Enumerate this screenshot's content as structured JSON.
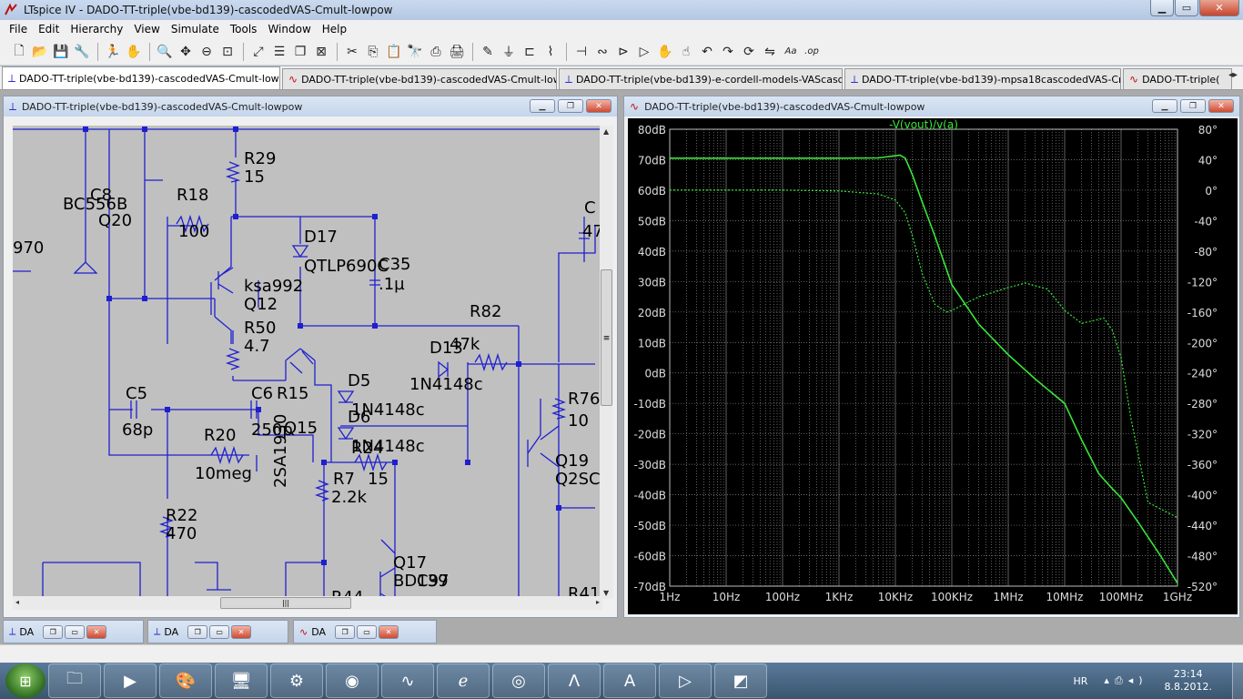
{
  "app": {
    "title": "LTspice IV - DADO-TT-triple(vbe-bd139)-cascodedVAS-Cmult-lowpow"
  },
  "menu": [
    "File",
    "Edit",
    "Hierarchy",
    "View",
    "Simulate",
    "Tools",
    "Window",
    "Help"
  ],
  "toolbar": [
    "new-icon",
    "open-icon",
    "save-icon",
    "control-panel-icon",
    "run-icon",
    "halt-icon",
    "zoom-in-icon",
    "pan-icon",
    "zoom-out-icon",
    "zoom-fit-icon",
    "autorange-icon",
    "tile-icon",
    "cascade-icon",
    "close-all-icon",
    "cut-icon",
    "copy-icon",
    "paste-icon",
    "find-icon",
    "print-setup-icon",
    "print-icon",
    "wire-icon",
    "ground-icon",
    "label-icon",
    "resistor-icon",
    "capacitor-icon",
    "inductor-icon",
    "diode-icon",
    "component-icon",
    "move-icon",
    "drag-icon",
    "undo-icon",
    "redo-icon",
    "rotate-icon",
    "mirror-icon",
    "text-icon",
    "spice-directive-icon"
  ],
  "tabs": [
    {
      "label": "DADO-TT-triple(vbe-bd139)-cascodedVAS-Cmult-lowpow",
      "kind": "schematic",
      "active": true
    },
    {
      "label": "DADO-TT-triple(vbe-bd139)-cascodedVAS-Cmult-lowpow",
      "kind": "waveform",
      "active": false
    },
    {
      "label": "DADO-TT-triple(vbe-bd139)-e-cordell-models-VAScascoded",
      "kind": "schematic",
      "active": false
    },
    {
      "label": "DADO-TT-triple(vbe-bd139)-mpsa18cascodedVAS-Cmult",
      "kind": "schematic",
      "active": false
    },
    {
      "label": "DADO-TT-triple(",
      "kind": "waveform",
      "active": false
    }
  ],
  "schematic_window": {
    "title": "DADO-TT-triple(vbe-bd139)-cascodedVAS-Cmult-lowpow"
  },
  "plot_window": {
    "title": "DADO-TT-triple(vbe-bd139)-cascodedVAS-Cmult-lowpow"
  },
  "schematic_labels": [
    "BC556B",
    "C8",
    "Q20",
    "R18",
    "100",
    "R29",
    "15",
    "D17",
    "QTLP690C",
    "C35",
    ".1µ",
    "970",
    "ksa992",
    "Q12",
    "R50",
    "4.7",
    "R82",
    "47k",
    "D13",
    "1N4148c",
    "D5",
    "1N4148c",
    "D6",
    "1N4148c",
    "C5",
    "68p",
    "C6",
    "250p",
    "R15",
    "Q15",
    "R20",
    "10meg",
    "R24",
    "R7",
    "15",
    "2.2k",
    "2SA1930",
    "R22",
    "470",
    "Q17",
    "BD139",
    "C97",
    "R44",
    "R76",
    "10",
    "Q19",
    "Q2SC",
    "R41",
    "C",
    "47"
  ],
  "chart_data": {
    "type": "line",
    "title": "-V(vout)/v(a)",
    "x_ticks": [
      "1Hz",
      "10Hz",
      "100Hz",
      "1KHz",
      "10KHz",
      "100KHz",
      "1MHz",
      "10MHz",
      "100MHz",
      "1GHz"
    ],
    "y_left_ticks": [
      "80dB",
      "70dB",
      "60dB",
      "50dB",
      "40dB",
      "30dB",
      "20dB",
      "10dB",
      "0dB",
      "-10dB",
      "-20dB",
      "-30dB",
      "-40dB",
      "-50dB",
      "-60dB",
      "-70dB"
    ],
    "y_right_ticks": [
      "80°",
      "40°",
      "0°",
      "-40°",
      "-80°",
      "-120°",
      "-160°",
      "-200°",
      "-240°",
      "-280°",
      "-320°",
      "-360°",
      "-400°",
      "-440°",
      "-480°",
      "-520°"
    ],
    "x_scale": "log",
    "ylim_left": [
      -70,
      80
    ],
    "ylim_right": [
      -520,
      80
    ],
    "grid": true,
    "series": [
      {
        "name": "-V(vout)/v(a)",
        "axis": "magnitude dB",
        "style": "solid",
        "color": "#39e639",
        "x": [
          1,
          10,
          100,
          1000,
          5000,
          12000,
          15000,
          20000,
          30000,
          50000,
          100000,
          300000,
          1000000,
          3000000,
          10000000,
          20000000,
          40000000,
          70000000,
          100000000,
          200000000,
          500000000,
          1000000000
        ],
        "y": [
          70.5,
          70.5,
          70.5,
          70.5,
          70.6,
          71.5,
          70.5,
          65,
          56,
          45,
          29,
          16,
          6,
          -2,
          -10,
          -22,
          -33,
          -38,
          -41,
          -49,
          -60,
          -69
        ]
      },
      {
        "name": "-V(vout)/v(a)",
        "axis": "phase deg",
        "style": "dashed",
        "color": "#39e639",
        "x": [
          1,
          10,
          100,
          1000,
          5000,
          10000,
          15000,
          20000,
          30000,
          50000,
          80000,
          100000,
          300000,
          1000000,
          2000000,
          5000000,
          10000000,
          20000000,
          50000000,
          70000000,
          100000000,
          150000000,
          300000000,
          1000000000
        ],
        "y": [
          0,
          0,
          0,
          -1,
          -5,
          -13,
          -30,
          -60,
          -110,
          -150,
          -160,
          -158,
          -140,
          -128,
          -122,
          -130,
          -158,
          -175,
          -168,
          -184,
          -220,
          -300,
          -410,
          -430
        ]
      }
    ]
  },
  "minimized": [
    {
      "label": "DA",
      "kind": "schematic"
    },
    {
      "label": "DA",
      "kind": "schematic"
    },
    {
      "label": "DA",
      "kind": "waveform"
    }
  ],
  "taskbar": {
    "items": [
      "explorer-icon",
      "media-player-icon",
      "paint-icon",
      "remote-desktop-icon",
      "mouse-tool-icon",
      "security-icon",
      "oscilloscope-icon",
      "internet-explorer-icon",
      "chrome-icon",
      "ltspice-icon",
      "word-icon",
      "ltspice-sim-icon",
      "app-icon"
    ],
    "lang": "HR",
    "time": "23:14",
    "date": "8.8.2012."
  }
}
